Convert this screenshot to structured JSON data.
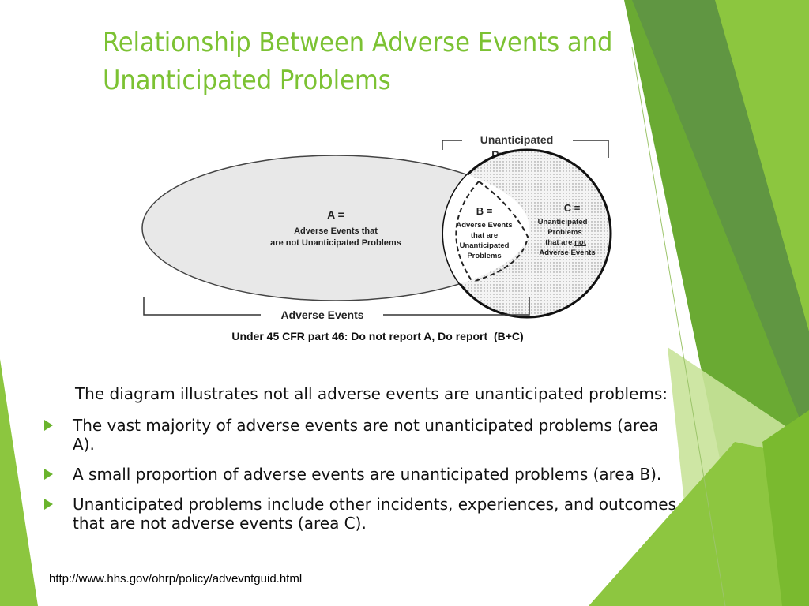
{
  "slide": {
    "title_lines": [
      "Relationship Between Adverse Events and",
      "Unanticipated Problems"
    ],
    "intro": "The diagram illustrates not all adverse events are unanticipated problems:",
    "bullets": [
      "The vast majority of adverse events are not unanticipated problems (area A).",
      "A small proportion of adverse events are unanticipated problems (area B).",
      "Unanticipated problems include other incidents, experiences, and outcomes that are not adverse events (area C)."
    ],
    "source": "http://www.hhs.gov/ohrp/policy/advevntguid.html"
  },
  "diagram": {
    "up_label_lines": [
      "Unanticipated",
      "Problems"
    ],
    "area_a": {
      "head": "A =",
      "lines": [
        "Adverse Events that",
        "are not Unanticipated Problems"
      ]
    },
    "area_b": {
      "head": "B =",
      "lines": [
        "Adverse Events",
        "that are",
        "Unanticipated",
        "Problems"
      ]
    },
    "area_c": {
      "head": "C =",
      "lines": [
        "Unanticipated",
        "Problems"
      ],
      "line3_pre": "that are ",
      "line3_underlined": "not",
      "line4": "Adverse Events"
    },
    "ae_label": "Adverse Events",
    "rule_text": "Under 45 CFR part 46: Do not report A, Do report  (B+C)"
  },
  "colors": {
    "title": "#7cc233",
    "bullet": "#6ab42d",
    "green_dark": "#5e9b3a",
    "green_light": "#a9d46d"
  }
}
